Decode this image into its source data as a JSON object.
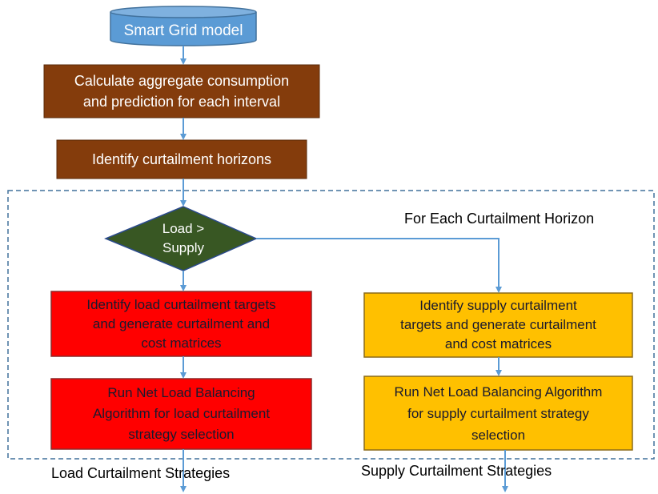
{
  "colors": {
    "cylinder": "#5b9bd5",
    "cylinder_border": "#41719c",
    "brown_box": "#843c0c",
    "brown_border": "#5a2a08",
    "decision": "#385723",
    "decision_border": "#2b4a8c",
    "red_box": "#ff0000",
    "red_border": "#8b2a2a",
    "orange_box": "#ffc000",
    "orange_border": "#8a6a1a",
    "connector": "#5b9bd5",
    "dashed_border": "#41719c"
  },
  "nodes": {
    "smart_grid": "Smart Grid model",
    "calc": [
      "Calculate aggregate consumption",
      "and prediction for each interval"
    ],
    "identify_horizons": "Identify curtailment horizons",
    "decision": [
      "Load >",
      "Supply"
    ],
    "load_targets": [
      "Identify load curtailment targets",
      "and generate curtailment and",
      "cost matrices"
    ],
    "load_algorithm": [
      "Run Net Load Balancing",
      "Algorithm for load curtailment",
      "strategy selection"
    ],
    "supply_targets": [
      "Identify supply curtailment",
      "targets and generate curtailment",
      "and cost matrices"
    ],
    "supply_algorithm": [
      "Run Net Load Balancing Algorithm",
      "for supply curtailment strategy",
      "selection"
    ]
  },
  "labels": {
    "loop": "For Each Curtailment Horizon",
    "load_output": "Load Curtailment Strategies",
    "supply_output": "Supply Curtailment Strategies"
  }
}
